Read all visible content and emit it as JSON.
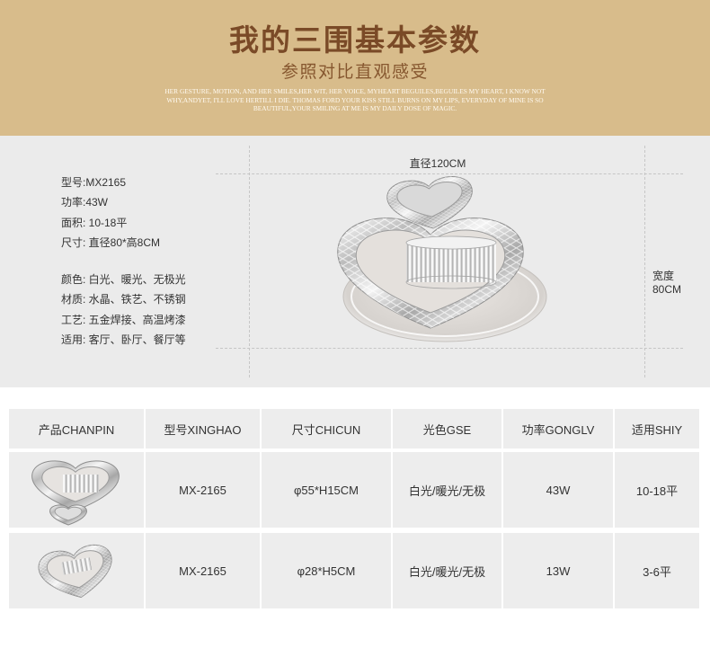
{
  "banner": {
    "title": "我的三围基本参数",
    "subtitle": "参照对比直观感受",
    "english_lines": [
      "HER GESTURE, MOTION, AND HER SMILES,HER WIT, HER VOICE, MYHEART BEGUILES,BEGUILES MY HEART, I KNOW NOT",
      "WHY,ANDYET, I'LL LOVE HERTILL I DIE. THOMAS FORD YOUR KISS STILL BURNS ON MY LIPS, EVERYDAY OF MINE IS SO",
      "BEAUTIFUL,YOUR SMILING AT ME IS MY DAILY DOSE OF MAGIC."
    ]
  },
  "specs": {
    "group1": [
      "型号:MX2165",
      "功率:43W",
      "面积: 10-18平",
      "尺寸: 直径80*高8CM"
    ],
    "group2": [
      "颜色: 白光、暖光、无极光",
      "材质: 水晶、铁艺、不锈钢",
      "工艺: 五金焊接、高温烤漆",
      "适用: 客厅、卧厅、餐厅等"
    ]
  },
  "dimensions": {
    "diameter_label": "直径120CM",
    "width_label": "宽度",
    "width_value": "80CM"
  },
  "table": {
    "headers": [
      "产品CHANPIN",
      "型号XINGHAO",
      "尺寸CHICUN",
      "光色GSE",
      "功率GONGLV",
      "适用SHIY"
    ],
    "rows": [
      {
        "model": "MX-2165",
        "size": "φ55*H15CM",
        "light_color": "白光/暖光/无极",
        "power": "43W",
        "area": "10-18平"
      },
      {
        "model": "MX-2165",
        "size": "φ28*H5CM",
        "light_color": "白光/暖光/无极",
        "power": "13W",
        "area": "3-6平"
      }
    ]
  },
  "colors": {
    "banner_bg": "#d8bc8b",
    "title": "#7a4a27",
    "subtitle": "#86572f",
    "section_bg": "#ebebeb",
    "cell_bg": "#ededed"
  }
}
